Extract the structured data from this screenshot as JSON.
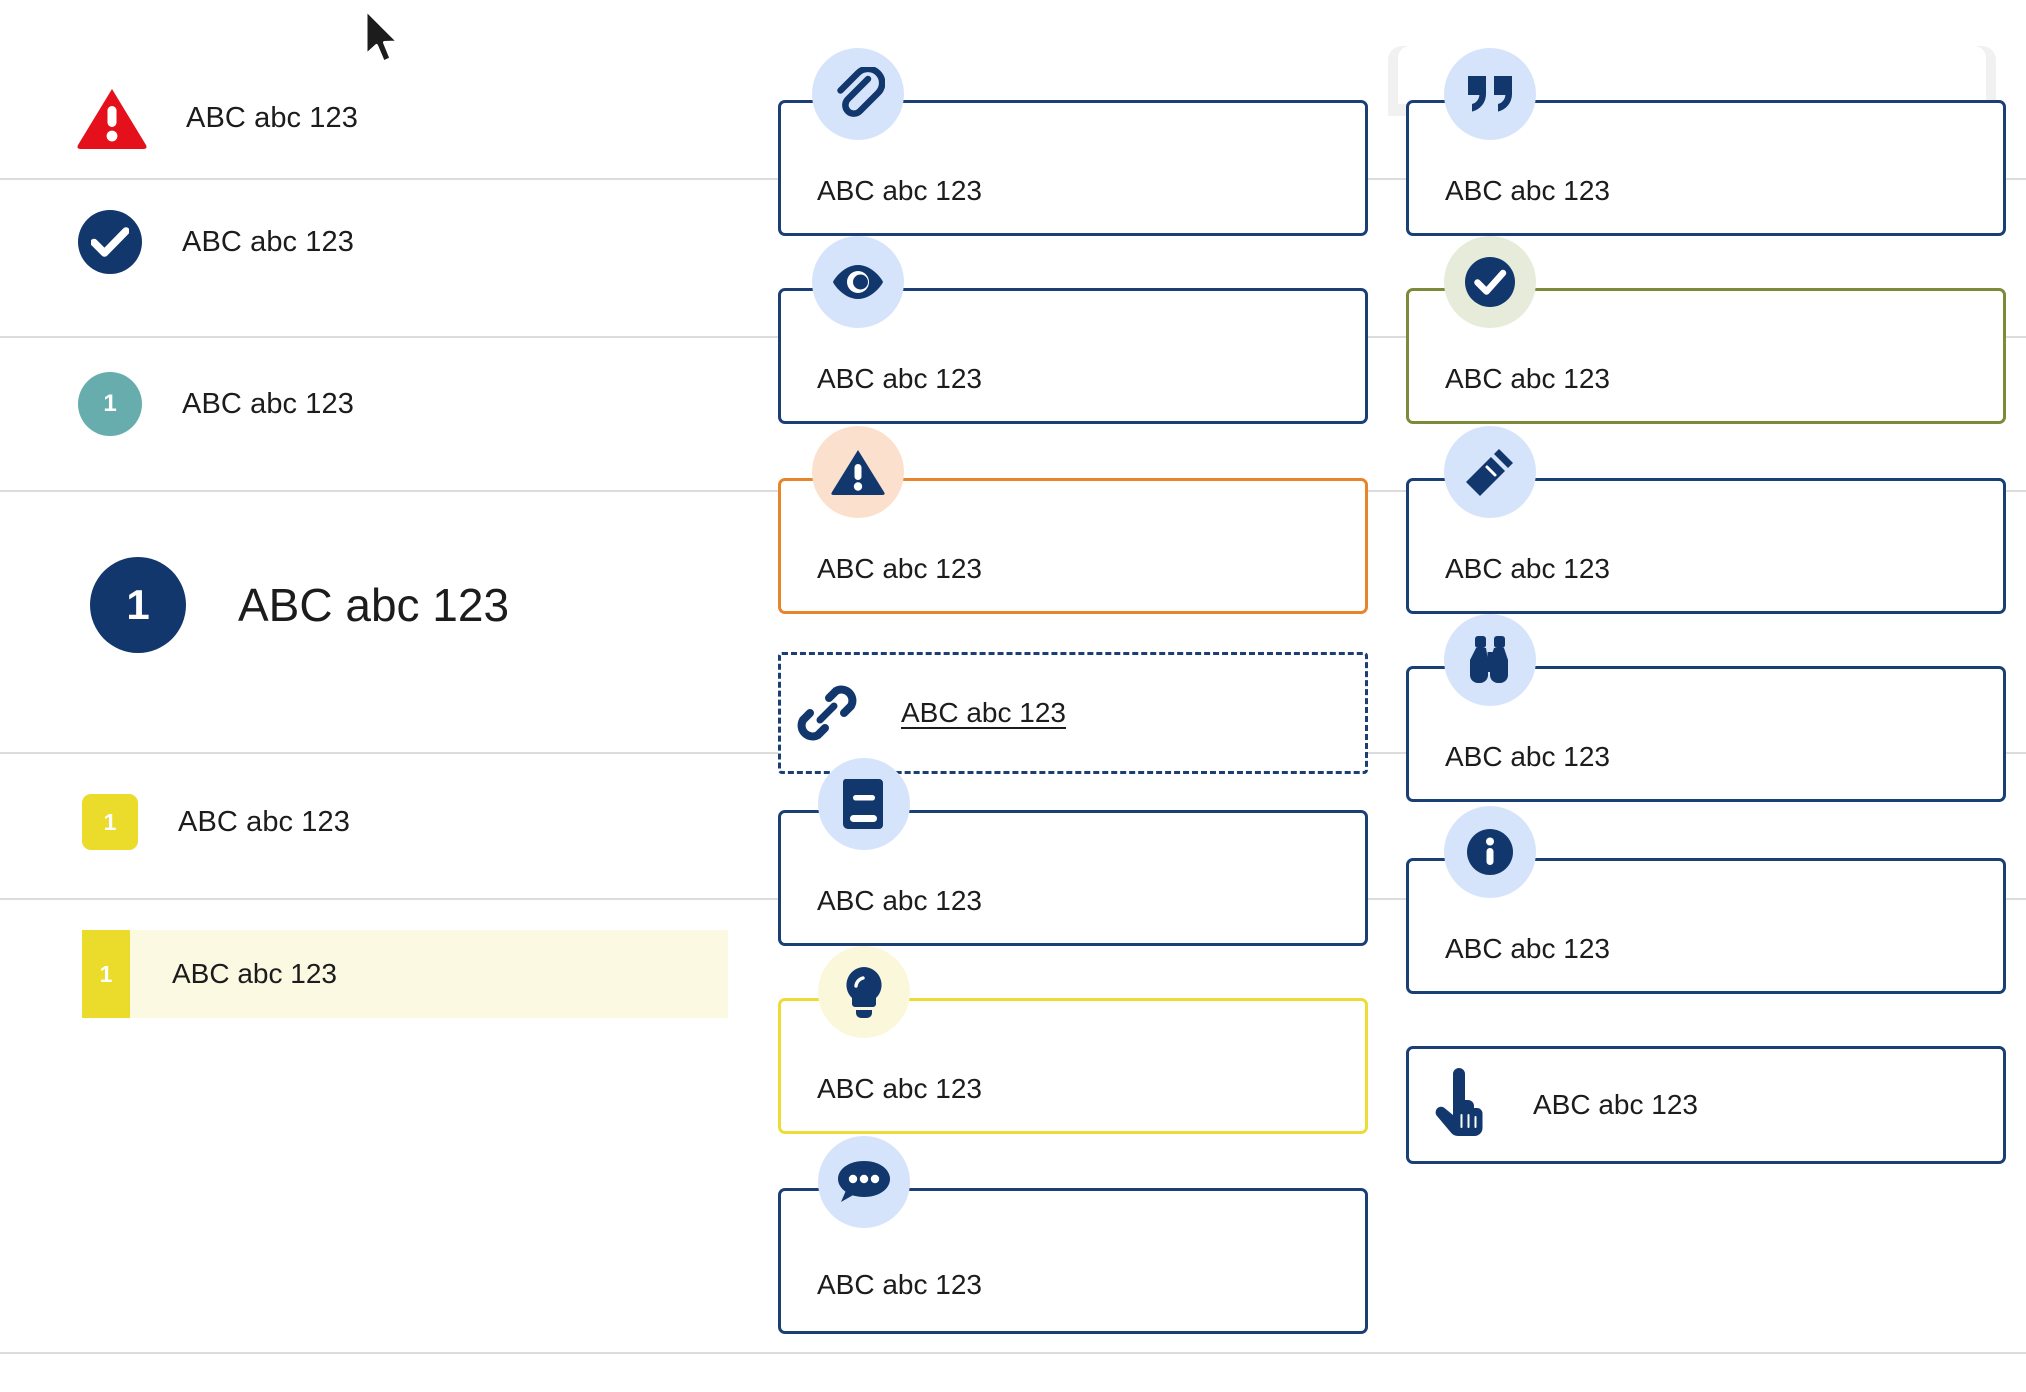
{
  "colors": {
    "navy": "#1b3f74",
    "navy_deep": "#12376d",
    "red": "#e4111c",
    "teal": "#68adad",
    "yellow": "#ebdb2b",
    "olive": "#7b8b3a",
    "orange": "#e8852a",
    "icon_bg_blue": "#d6e4fb",
    "icon_bg_peach": "#fbe1cd",
    "icon_bg_mint": "#e6ecd9",
    "icon_bg_cream": "#fbf7da",
    "highlight_bg": "#fbf9e2",
    "divider": "#dcdcdc"
  },
  "left_list": {
    "rows": [
      {
        "badge_kind": "triangle-warning",
        "badge_text": "",
        "label": "ABC abc 123"
      },
      {
        "badge_kind": "circle-check",
        "badge_text": "",
        "label": "ABC abc 123"
      },
      {
        "badge_kind": "circle-number",
        "badge_text": "1",
        "label": "ABC abc 123"
      },
      {
        "badge_kind": "circle-number-large",
        "badge_text": "1",
        "label": "ABC abc 123"
      },
      {
        "badge_kind": "square-number",
        "badge_text": "1",
        "label": "ABC abc 123"
      }
    ],
    "highlighted_row": {
      "badge_text": "1",
      "label": "ABC abc 123"
    }
  },
  "middle_column": {
    "cards": [
      {
        "icon": "paperclip-icon",
        "icon_bg": "blue",
        "border": "navy",
        "style": "solid",
        "label": "ABC abc 123"
      },
      {
        "icon": "eye-icon",
        "icon_bg": "blue",
        "border": "navy",
        "style": "solid",
        "label": "ABC abc 123"
      },
      {
        "icon": "warning-icon",
        "icon_bg": "peach",
        "border": "orange",
        "style": "solid",
        "label": "ABC abc 123"
      },
      {
        "icon": "link-icon",
        "icon_bg": "none",
        "border": "navy",
        "style": "dashed",
        "label": "ABC abc 123"
      },
      {
        "icon": "book-icon",
        "icon_bg": "blue",
        "border": "navy",
        "style": "solid",
        "label": "ABC abc 123"
      },
      {
        "icon": "lightbulb-icon",
        "icon_bg": "cream",
        "border": "yellow",
        "style": "solid",
        "label": "ABC abc 123"
      },
      {
        "icon": "chat-bubble-icon",
        "icon_bg": "blue",
        "border": "navy",
        "style": "solid",
        "label": "ABC abc 123"
      }
    ]
  },
  "right_column": {
    "cards": [
      {
        "icon": "quote-icon",
        "icon_bg": "blue",
        "border": "navy",
        "style": "solid",
        "label": "ABC abc 123"
      },
      {
        "icon": "check-circle-icon",
        "icon_bg": "mint",
        "border": "olive",
        "style": "solid",
        "label": "ABC abc 123"
      },
      {
        "icon": "pencil-icon",
        "icon_bg": "blue",
        "border": "navy",
        "style": "solid",
        "label": "ABC abc 123"
      },
      {
        "icon": "binoculars-icon",
        "icon_bg": "blue",
        "border": "navy",
        "style": "solid",
        "label": "ABC abc 123"
      },
      {
        "icon": "info-icon",
        "icon_bg": "blue",
        "border": "navy",
        "style": "solid",
        "label": "ABC abc 123"
      },
      {
        "icon": "pointing-hand-icon",
        "icon_bg": "none",
        "border": "navy",
        "style": "solid",
        "label": "ABC abc 123"
      }
    ]
  },
  "cursor": {
    "icon": "mouse-pointer-icon"
  }
}
